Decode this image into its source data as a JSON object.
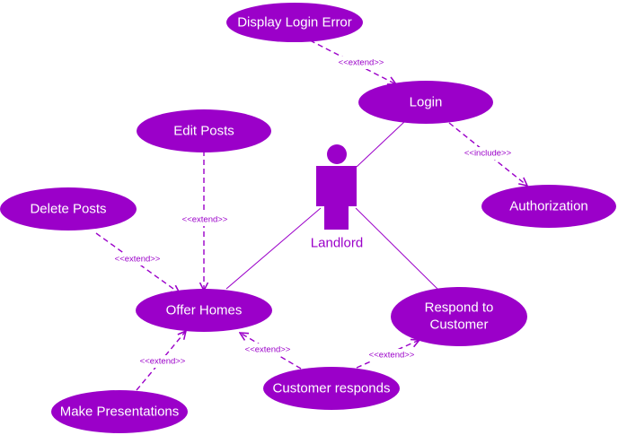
{
  "colors": {
    "usecase_fill": "#9b00c9",
    "usecase_text": "#ffffff",
    "line": "#9b00c9"
  },
  "actor": {
    "name": "Landlord"
  },
  "use_cases": {
    "display_login_error": "Display Login Error",
    "login": "Login",
    "edit_posts": "Edit Posts",
    "delete_posts": "Delete Posts",
    "authorization": "Authorization",
    "offer_homes": "Offer Homes",
    "respond_to_customer": [
      "Respond to",
      "Customer"
    ],
    "customer_responds": "Customer responds",
    "make_presentations": "Make Presentations"
  },
  "relations": {
    "extend": "<<extend>>",
    "include": "<<include>>"
  }
}
